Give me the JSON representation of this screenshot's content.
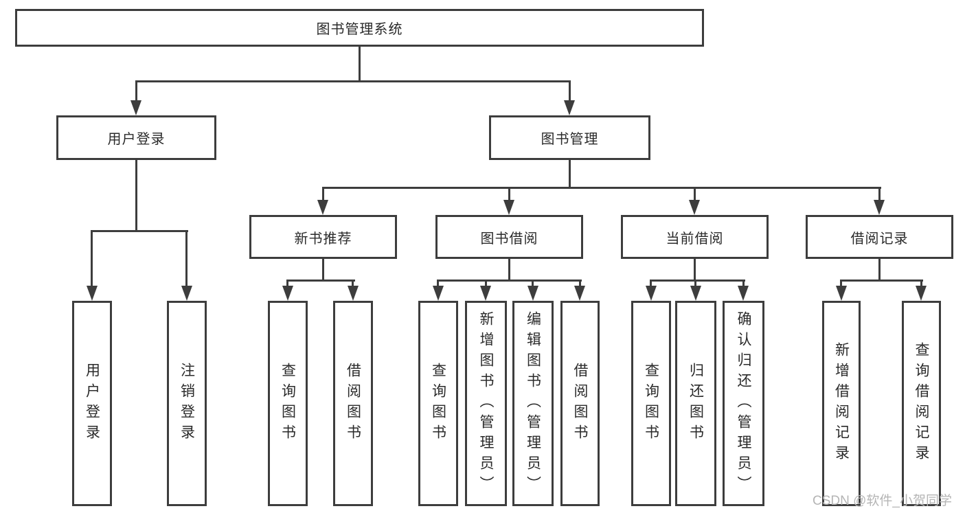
{
  "tree": {
    "label": "图书管理系统",
    "children": [
      {
        "label": "用户登录",
        "children": [
          {
            "label": "用户登录"
          },
          {
            "label": "注销登录"
          }
        ]
      },
      {
        "label": "图书管理",
        "children": [
          {
            "label": "新书推荐",
            "children": [
              {
                "label": "查询图书"
              },
              {
                "label": "借阅图书"
              }
            ]
          },
          {
            "label": "图书借阅",
            "children": [
              {
                "label": "查询图书"
              },
              {
                "label": "新增图书（管理员）"
              },
              {
                "label": "编辑图书（管理员）"
              },
              {
                "label": "借阅图书"
              }
            ]
          },
          {
            "label": "当前借阅",
            "children": [
              {
                "label": "查询图书"
              },
              {
                "label": "归还图书"
              },
              {
                "label": "确认归还（管理员）"
              }
            ]
          },
          {
            "label": "借阅记录",
            "children": [
              {
                "label": "新增借阅记录"
              },
              {
                "label": "查询借阅记录"
              }
            ]
          }
        ]
      }
    ]
  },
  "watermark": "CSDN @软件_小贺同学",
  "colors": {
    "line": "#3d3d3d",
    "text": "#2a2a2a",
    "watermark": "#b5b5b5",
    "background": "#ffffff"
  }
}
